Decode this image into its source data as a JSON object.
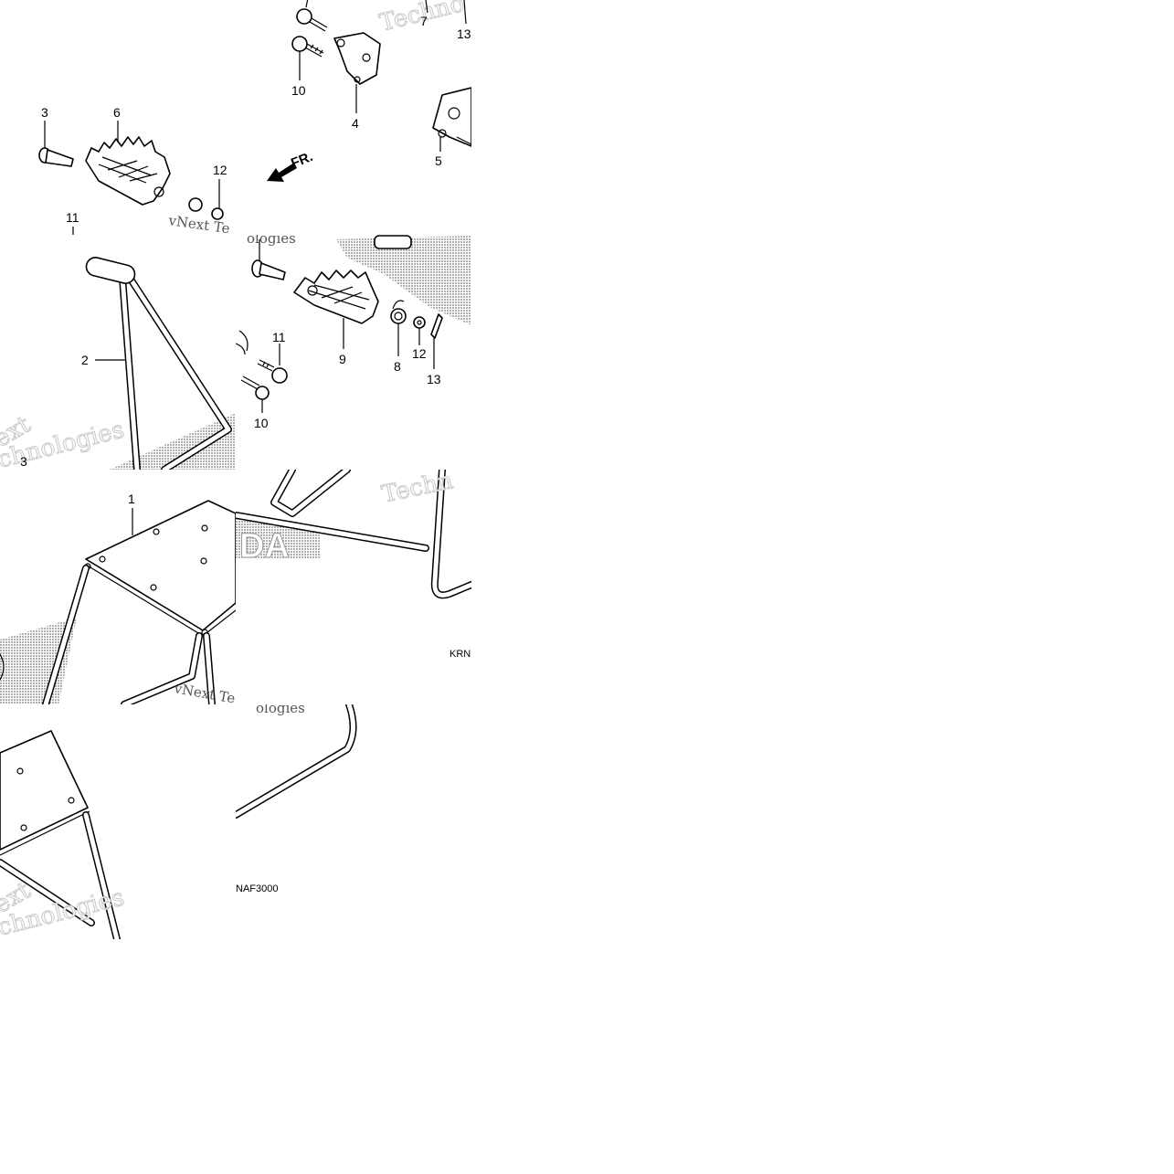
{
  "diagram": {
    "callouts": {
      "t1": {
        "a": "7",
        "b": "13",
        "c": "10",
        "d": "4"
      },
      "t2": {
        "a": "3",
        "b": "6",
        "c": "12",
        "d": "11",
        "e": "5"
      },
      "t3": {
        "a": "11",
        "b": "9",
        "c": "8",
        "d": "12",
        "e": "13",
        "f": "10"
      },
      "t4": {
        "a": "2",
        "b": "3"
      },
      "t5": {
        "a": "1"
      }
    },
    "front_arrow_label": "FR.",
    "figure_codes": {
      "a": "KRN",
      "b": "NAF3000"
    },
    "watermark": {
      "w1": "Techno",
      "w2": "vNext Te",
      "w3": "ologies",
      "w4": "ext",
      "w5": "chnologies",
      "w6": "Techn",
      "w7": "vNext Te",
      "w8": "ologies",
      "w9": "ext",
      "w10": "chnologies"
    },
    "brand_mark": "DA"
  }
}
